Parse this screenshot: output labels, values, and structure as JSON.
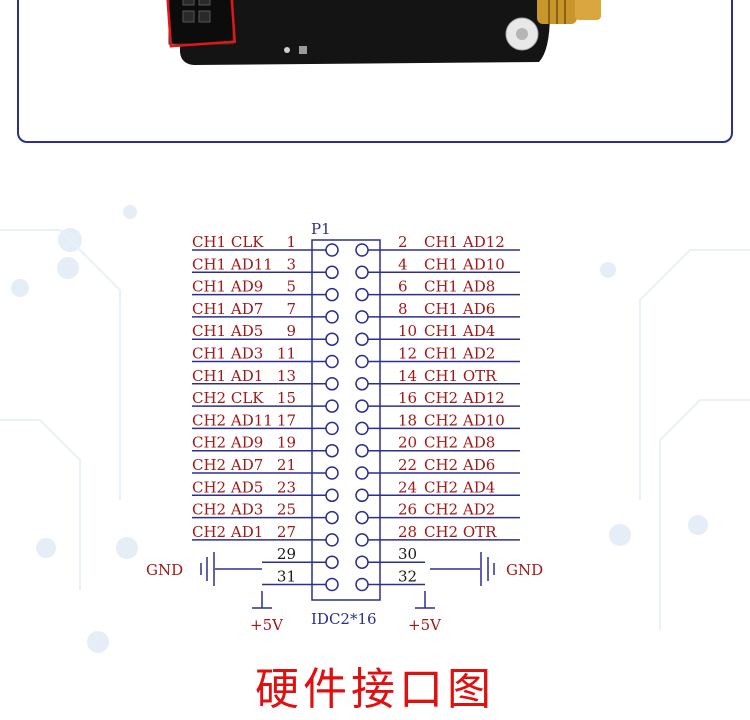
{
  "connector": {
    "designator": "P1",
    "part_name": "IDC2*16"
  },
  "pins_left": [
    {
      "signal": "CH1  CLK",
      "pin": "1"
    },
    {
      "signal": "CH1  AD11",
      "pin": "3"
    },
    {
      "signal": "CH1  AD9",
      "pin": "5"
    },
    {
      "signal": "CH1  AD7",
      "pin": "7"
    },
    {
      "signal": "CH1  AD5",
      "pin": "9"
    },
    {
      "signal": "CH1  AD3",
      "pin": "11"
    },
    {
      "signal": "CH1  AD1",
      "pin": "13"
    },
    {
      "signal": "CH2  CLK",
      "pin": "15"
    },
    {
      "signal": "CH2  AD11",
      "pin": "17"
    },
    {
      "signal": "CH2  AD9",
      "pin": "19"
    },
    {
      "signal": "CH2  AD7",
      "pin": "21"
    },
    {
      "signal": "CH2  AD5",
      "pin": "23"
    },
    {
      "signal": "CH2  AD3",
      "pin": "25"
    },
    {
      "signal": "CH2  AD1",
      "pin": "27"
    },
    {
      "signal": "",
      "pin": "29"
    },
    {
      "signal": "",
      "pin": "31"
    }
  ],
  "pins_right": [
    {
      "signal": "CH1  AD12",
      "pin": "2"
    },
    {
      "signal": "CH1  AD10",
      "pin": "4"
    },
    {
      "signal": "CH1  AD8",
      "pin": "6"
    },
    {
      "signal": "CH1  AD6",
      "pin": "8"
    },
    {
      "signal": "CH1  AD4",
      "pin": "10"
    },
    {
      "signal": "CH1  AD2",
      "pin": "12"
    },
    {
      "signal": "CH1  OTR",
      "pin": "14"
    },
    {
      "signal": "CH2  AD12",
      "pin": "16"
    },
    {
      "signal": "CH2  AD10",
      "pin": "18"
    },
    {
      "signal": "CH2  AD8",
      "pin": "20"
    },
    {
      "signal": "CH2  AD6",
      "pin": "22"
    },
    {
      "signal": "CH2  AD4",
      "pin": "24"
    },
    {
      "signal": "CH2  AD2",
      "pin": "26"
    },
    {
      "signal": "CH2  OTR",
      "pin": "28"
    },
    {
      "signal": "",
      "pin": "30"
    },
    {
      "signal": "",
      "pin": "32"
    }
  ],
  "power": {
    "gnd_left": "GND",
    "gnd_right": "GND",
    "vcc_left": "+5V",
    "vcc_right": "+5V"
  },
  "caption": "硬件接口图",
  "colors": {
    "frame": "#2b2f8f",
    "signal_text": "#a01818",
    "caption": "#e01010",
    "wire": "#2b2f8f"
  }
}
